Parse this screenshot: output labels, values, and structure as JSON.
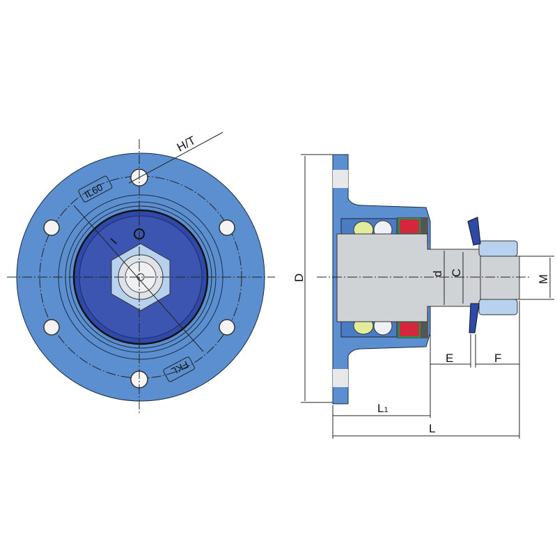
{
  "title": "Flanged bearing housing unit – front and sectional view",
  "colors": {
    "housing": "#5b8fd0",
    "insert": "#2f4aa6",
    "shaft": "#d0d3d6",
    "nut": "#b7d1ee",
    "seal_red": "#d4263c",
    "seal_green": "#1a9a4a",
    "cage": "#e3ec9a"
  },
  "front_view": {
    "logo_top": "IL60",
    "logo_bottom": "FKL",
    "label_bolt": "H/T",
    "label_diagonal": "I"
  },
  "side_view": {
    "labels": {
      "D": "D",
      "d": "d",
      "C": "C",
      "M": "M",
      "E": "E",
      "F": "F",
      "L1": "L",
      "L1_sub": "1",
      "L": "L"
    }
  }
}
